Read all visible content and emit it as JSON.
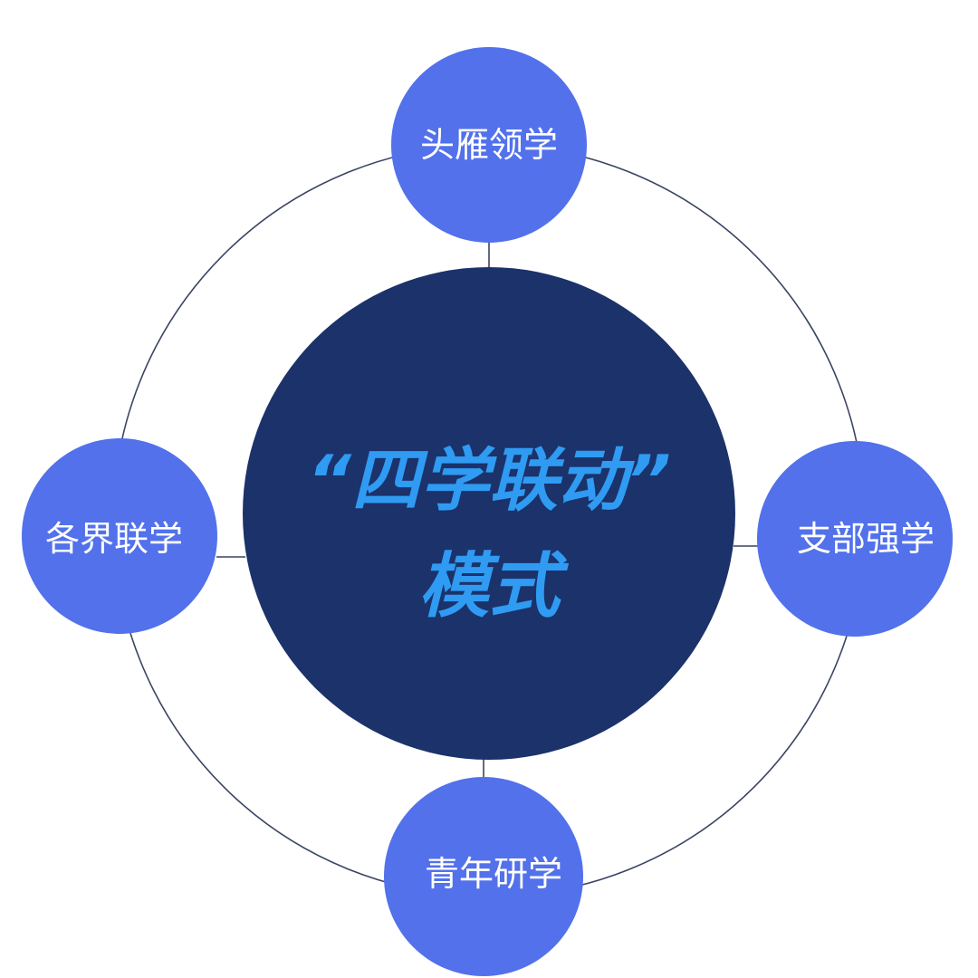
{
  "center": {
    "line1": "“四学联动”",
    "line2": "模式",
    "text_color": "#2f9bf2",
    "fill_color": "#1b326a"
  },
  "nodes": [
    {
      "label": "头雁领学"
    },
    {
      "label": "支部强学"
    },
    {
      "label": "青年研学"
    },
    {
      "label": "各界联学"
    }
  ],
  "colors": {
    "node_fill": "#5271eb",
    "node_text": "#ffffff",
    "ring_stroke": "#3a4463",
    "background": "#ffffff"
  }
}
